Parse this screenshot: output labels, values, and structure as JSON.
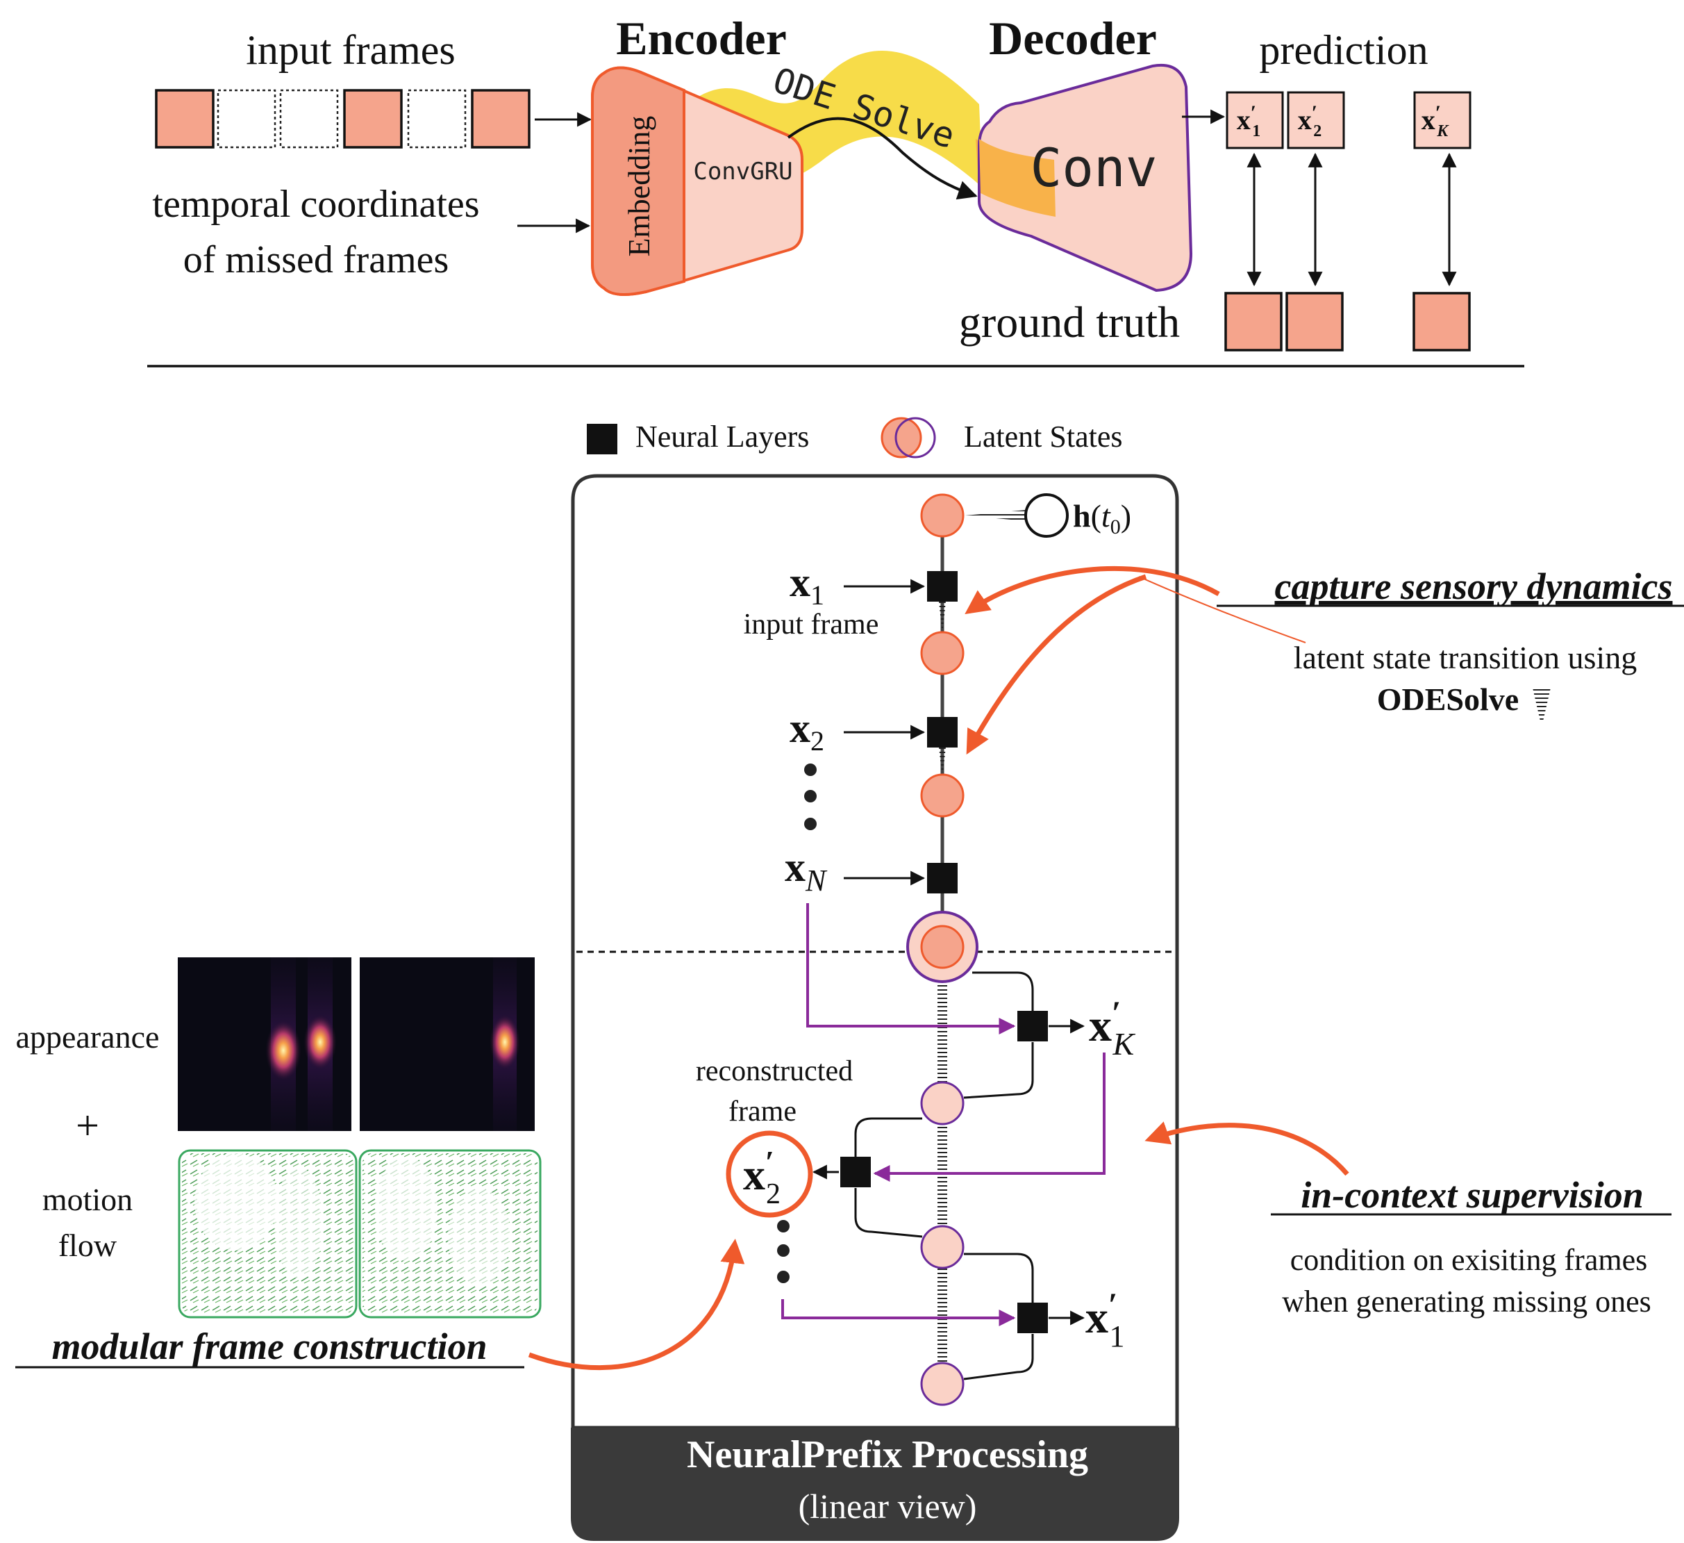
{
  "top": {
    "input_frames_label": "input frames",
    "encoder_title": "Encoder",
    "decoder_title": "Decoder",
    "prediction_label": "prediction",
    "temporal_line1": "temporal coordinates",
    "temporal_line2": "of missed frames",
    "embedding_label": "Embedding",
    "convgru_label": "ConvGRU",
    "ode_solve_label": "ODE Solve",
    "conv_label": "Conv",
    "ground_truth_label": "ground truth",
    "pred_x1_base": "x",
    "pred_x1_sup": "′",
    "pred_x1_sub": "1",
    "pred_x2_base": "x",
    "pred_x2_sup": "′",
    "pred_x2_sub": "2",
    "pred_xk_base": "x",
    "pred_xk_sup": "′",
    "pred_xk_sub": "K"
  },
  "legend": {
    "neural_layers": "Neural Layers",
    "latent_states": "Latent States"
  },
  "panel": {
    "h_label": "h",
    "h_arg_open": "(",
    "h_arg_t": "t",
    "h_arg_sub": "0",
    "h_arg_close": ")",
    "x1_base": "x",
    "x1_sub": "1",
    "input_frame_label": "input frame",
    "x2_base": "x",
    "x2_sub": "2",
    "xn_base": "x",
    "xn_sub": "N",
    "xk_base": "x",
    "xk_sup": "′",
    "xk_sub": "K",
    "recon_line1": "reconstructed",
    "recon_line2": "frame",
    "x2p_base": "x",
    "x2p_sup": "′",
    "x2p_sub": "2",
    "x1p_base": "x",
    "x1p_sup": "′",
    "x1p_sub": "1",
    "footer_title": "NeuralPrefix Processing",
    "footer_subtitle": "(linear view)"
  },
  "annotations": {
    "capture_title": "capture sensory dynamics",
    "capture_desc1": "latent state transition using",
    "capture_desc2": "ODESolve",
    "incontext_title": "in-context supervision",
    "incontext_desc1": "condition on exisiting frames",
    "incontext_desc2": "when generating missing ones",
    "modular_title": "modular frame construction",
    "appearance_label": "appearance",
    "plus_label": "+",
    "motion_line1": "motion",
    "motion_line2": "flow"
  },
  "colors": {
    "frame_fill": "#f5a48c",
    "encoder_fill": "#fad2c6",
    "encoder_stroke": "#ef5a2c",
    "embed_fill": "#f39a80",
    "decoder_stroke": "#6a2b9a",
    "ode_yellow": "#f7dc49",
    "ode_orange": "#f8b24a",
    "accent_orange": "#ef5a2c",
    "purple": "#8a2a9a",
    "flow_green": "#2e8b3a",
    "footer_bg": "#3a3a3a"
  }
}
